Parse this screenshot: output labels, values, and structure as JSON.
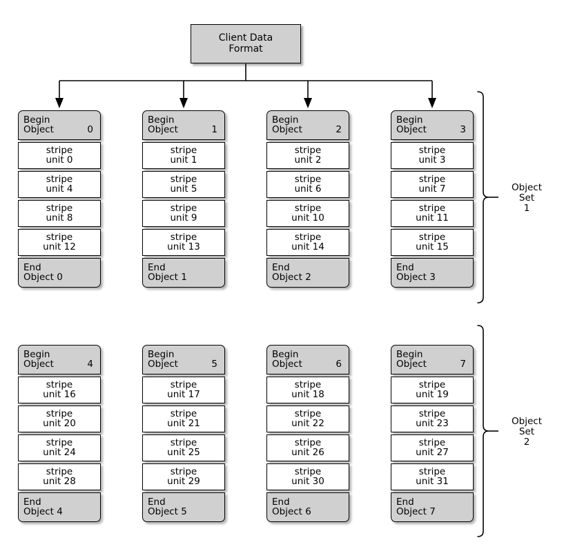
{
  "diagram": {
    "title": "Client Data Format",
    "root": {
      "line1": "Client Data",
      "line2": "Format"
    },
    "columns": [
      {
        "header": {
          "line1": "Begin",
          "label": "Object",
          "number": "0"
        },
        "stripes": [
          {
            "line1": "stripe",
            "line2": "unit 0"
          },
          {
            "line1": "stripe",
            "line2": "unit 4"
          },
          {
            "line1": "stripe",
            "line2": "unit 8"
          },
          {
            "line1": "stripe",
            "line2": "unit 12"
          }
        ],
        "footer": {
          "line1": "End",
          "line2": "Object 0"
        }
      },
      {
        "header": {
          "line1": "Begin",
          "label": "Object",
          "number": "1"
        },
        "stripes": [
          {
            "line1": "stripe",
            "line2": "unit 1"
          },
          {
            "line1": "stripe",
            "line2": "unit 5"
          },
          {
            "line1": "stripe",
            "line2": "unit 9"
          },
          {
            "line1": "stripe",
            "line2": "unit 13"
          }
        ],
        "footer": {
          "line1": "End",
          "line2": "Object 1"
        }
      },
      {
        "header": {
          "line1": "Begin",
          "label": "Object",
          "number": "2"
        },
        "stripes": [
          {
            "line1": "stripe",
            "line2": "unit 2"
          },
          {
            "line1": "stripe",
            "line2": "unit 6"
          },
          {
            "line1": "stripe",
            "line2": "unit 10"
          },
          {
            "line1": "stripe",
            "line2": "unit 14"
          }
        ],
        "footer": {
          "line1": "End",
          "line2": "Object 2"
        }
      },
      {
        "header": {
          "line1": "Begin",
          "label": "Object",
          "number": "3"
        },
        "stripes": [
          {
            "line1": "stripe",
            "line2": "unit 3"
          },
          {
            "line1": "stripe",
            "line2": "unit 7"
          },
          {
            "line1": "stripe",
            "line2": "unit 11"
          },
          {
            "line1": "stripe",
            "line2": "unit 15"
          }
        ],
        "footer": {
          "line1": "End",
          "line2": "Object 3"
        }
      },
      {
        "header": {
          "line1": "Begin",
          "label": "Object",
          "number": "4"
        },
        "stripes": [
          {
            "line1": "stripe",
            "line2": "unit 16"
          },
          {
            "line1": "stripe",
            "line2": "unit 20"
          },
          {
            "line1": "stripe",
            "line2": "unit 24"
          },
          {
            "line1": "stripe",
            "line2": "unit 28"
          }
        ],
        "footer": {
          "line1": "End",
          "line2": "Object 4"
        }
      },
      {
        "header": {
          "line1": "Begin",
          "label": "Object",
          "number": "5"
        },
        "stripes": [
          {
            "line1": "stripe",
            "line2": "unit 17"
          },
          {
            "line1": "stripe",
            "line2": "unit 21"
          },
          {
            "line1": "stripe",
            "line2": "unit 25"
          },
          {
            "line1": "stripe",
            "line2": "unit 29"
          }
        ],
        "footer": {
          "line1": "End",
          "line2": "Object 5"
        }
      },
      {
        "header": {
          "line1": "Begin",
          "label": "Object",
          "number": "6"
        },
        "stripes": [
          {
            "line1": "stripe",
            "line2": "unit 18"
          },
          {
            "line1": "stripe",
            "line2": "unit 22"
          },
          {
            "line1": "stripe",
            "line2": "unit 26"
          },
          {
            "line1": "stripe",
            "line2": "unit 30"
          }
        ],
        "footer": {
          "line1": "End",
          "line2": "Object 6"
        }
      },
      {
        "header": {
          "line1": "Begin",
          "label": "Object",
          "number": "7"
        },
        "stripes": [
          {
            "line1": "stripe",
            "line2": "unit 19"
          },
          {
            "line1": "stripe",
            "line2": "unit 23"
          },
          {
            "line1": "stripe",
            "line2": "unit 27"
          },
          {
            "line1": "stripe",
            "line2": "unit 31"
          }
        ],
        "footer": {
          "line1": "End",
          "line2": "Object 7"
        }
      }
    ],
    "set_labels": [
      {
        "line1": "Object",
        "line2": "Set",
        "line3": "1"
      },
      {
        "line1": "Object",
        "line2": "Set",
        "line3": "2"
      }
    ],
    "colors": {
      "background": "#ffffff",
      "node_fill_header": "#d0d0d0",
      "node_fill_stripe": "#ffffff",
      "stroke": "#000000",
      "text": "#000000"
    }
  }
}
